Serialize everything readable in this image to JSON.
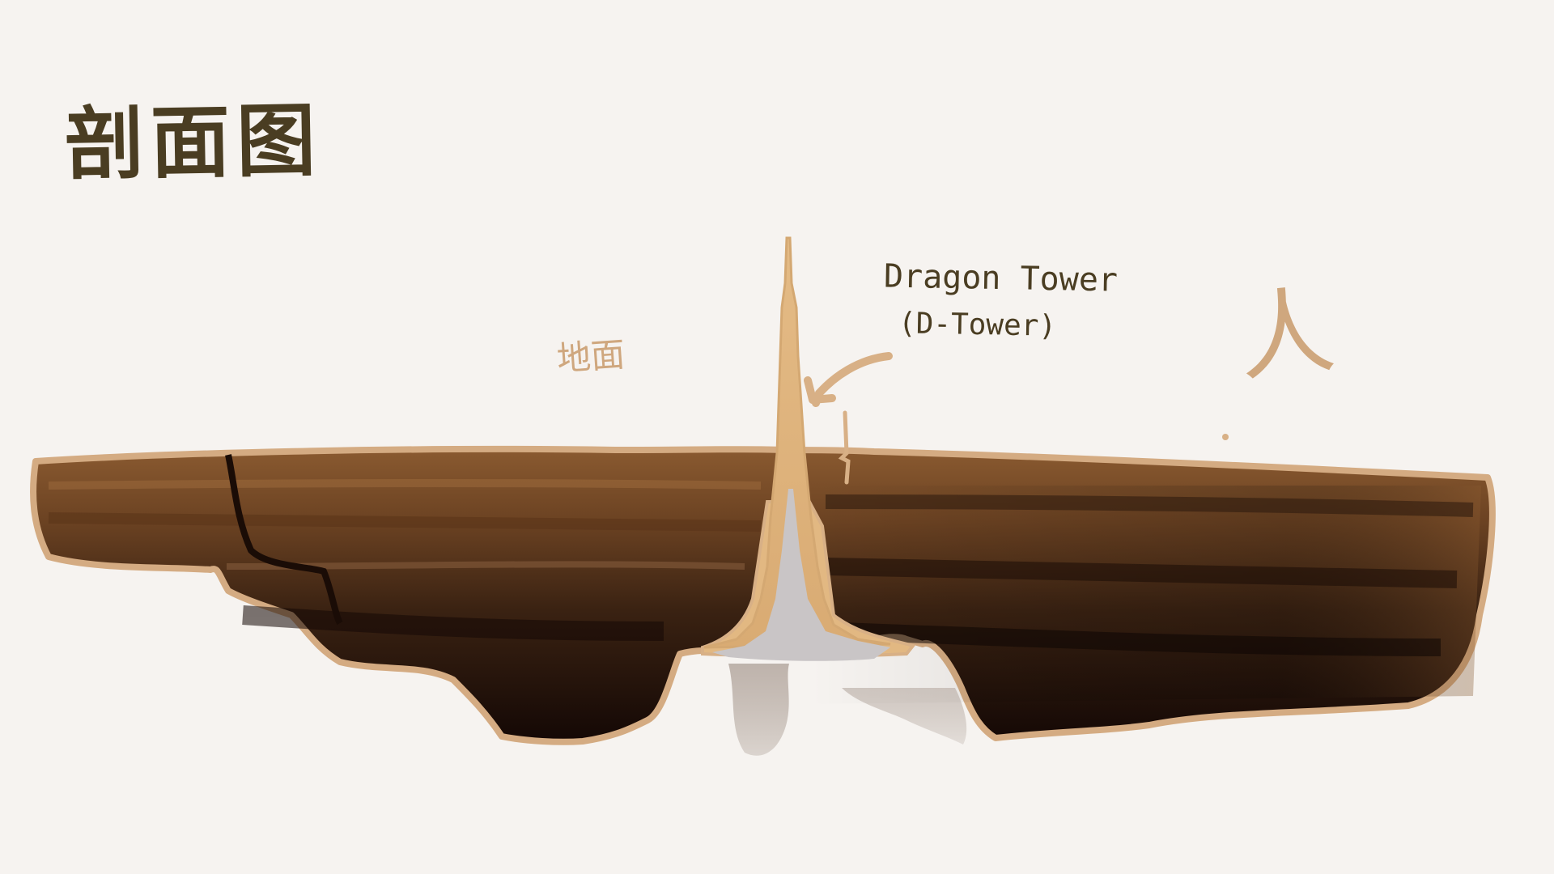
{
  "title": "剖面图",
  "labels": {
    "ground": "地面",
    "tower_name": "Dragon Tower",
    "tower_short": "(D-Tower)",
    "person": "人"
  },
  "colors": {
    "background": "#f6f3f0",
    "ink": "#4a3d22",
    "sand": "#e2b882",
    "sand_outline": "#d8b086",
    "soil_light": "#7a4e2a",
    "soil_mid": "#4a2c16",
    "soil_dark": "#1a0b06",
    "tower_core": "#c9c5c6",
    "reflection": "#a89a90"
  }
}
